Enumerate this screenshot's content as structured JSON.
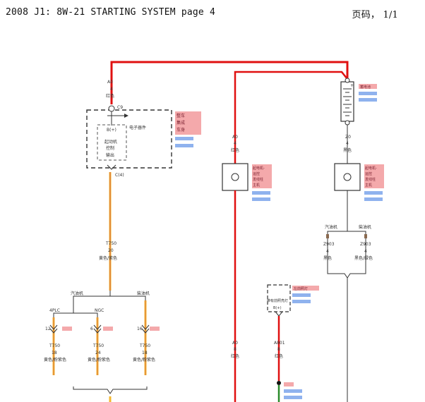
{
  "header": {
    "title": "2008 J1: 8W-21 STARTING SYSTEM page 4",
    "page_number": "页码， 1/1"
  },
  "wires": {
    "a0": {
      "circuit": "A0",
      "pin": "4",
      "color": "红色"
    },
    "a0_right": {
      "circuit": "A0",
      "pin": "4",
      "color": "红色"
    },
    "z0": {
      "circuit": "Z0",
      "pin": "4",
      "color": "黑色"
    },
    "t750_main": {
      "circuit": "T750",
      "gauge": "20",
      "color": "黄色/紫色"
    },
    "a0_bottom": {
      "circuit": "A0",
      "pin": "8",
      "color": "红色"
    },
    "a801": {
      "circuit": "A801",
      "pin": "8",
      "color": "红色"
    },
    "z903": {
      "circuit": "Z903",
      "pin": "4",
      "color": "黑色"
    },
    "z903b": {
      "circuit": "Z903",
      "pin": "4",
      "color": "黑色/绿色"
    },
    "t750_l": {
      "circuit": "T750",
      "gauge": "18",
      "color": "黄色/粉紫色"
    },
    "t750_m": {
      "circuit": "T750",
      "gauge": "24",
      "color": "黄色/粉紫色"
    },
    "t750_r": {
      "circuit": "T750",
      "gauge": "18",
      "color": "黄色/粉紫色"
    }
  },
  "module": {
    "pin_top": "C9",
    "pin_bottom": "C(4)",
    "text_top": "电子器件",
    "b_label": "B(+)",
    "inner_lines": [
      "起动机",
      "控制",
      "输出"
    ],
    "pink_lines": [
      "整车",
      "集成",
      "车身"
    ]
  },
  "branches": {
    "left": {
      "left_label": "汽油机",
      "right_label": "柴油机"
    },
    "right": {
      "left_label": "汽油机",
      "right_label": "柴油机"
    }
  },
  "connectors": {
    "c1_label": "4PLC",
    "c2_label": "NGC",
    "c1_pin": "12",
    "c2_pin": "6",
    "c3_pin": "16"
  },
  "relays": {
    "left_pink": [
      "起电机-",
      "运控",
      "发线柱",
      "主机"
    ],
    "right_pink": [
      "起电机-",
      "运控",
      "发线柱",
      "主机"
    ],
    "battery_pink": "蓄电池",
    "bottom_box_label": "带有前照亮灯",
    "bottom_box_b": "B(+)",
    "bottom_box_pink": "左前照灯"
  }
}
